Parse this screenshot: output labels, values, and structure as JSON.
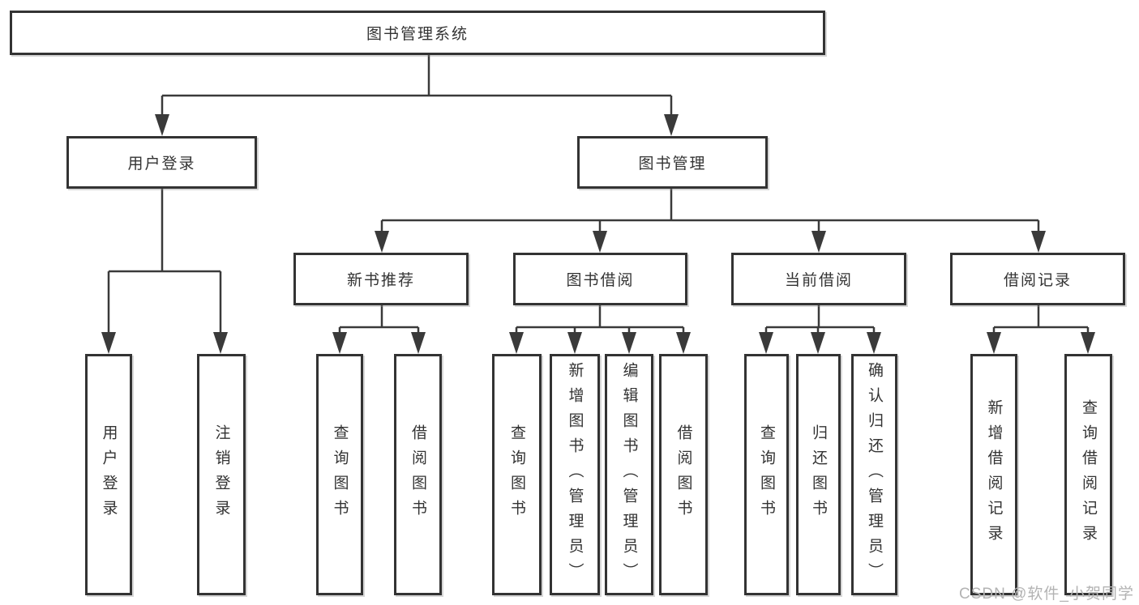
{
  "diagram": {
    "root": {
      "label": "图书管理系统"
    },
    "branches": [
      {
        "label": "用户登录",
        "children": [
          {
            "label": "用户登录"
          },
          {
            "label": "注销登录"
          }
        ]
      },
      {
        "label": "图书管理",
        "groups": [
          {
            "label": "新书推荐",
            "children": [
              {
                "label": "查询图书"
              },
              {
                "label": "借阅图书"
              }
            ]
          },
          {
            "label": "图书借阅",
            "children": [
              {
                "label": "查询图书"
              },
              {
                "label": "新增图书（管理员）"
              },
              {
                "label": "编辑图书（管理员）"
              },
              {
                "label": "借阅图书"
              }
            ]
          },
          {
            "label": "当前借阅",
            "children": [
              {
                "label": "查询图书"
              },
              {
                "label": "归还图书"
              },
              {
                "label": "确认归还（管理员）"
              }
            ]
          },
          {
            "label": "借阅记录",
            "children": [
              {
                "label": "新增借阅记录"
              },
              {
                "label": "查询借阅记录"
              }
            ]
          }
        ]
      }
    ]
  },
  "watermark": {
    "text": "CSDN @软件_小贺同学"
  },
  "colors": {
    "line": "#3a3a3a",
    "border": "#333333",
    "text": "#333333",
    "watermark": "#b3b3b3",
    "background": "#ffffff"
  }
}
